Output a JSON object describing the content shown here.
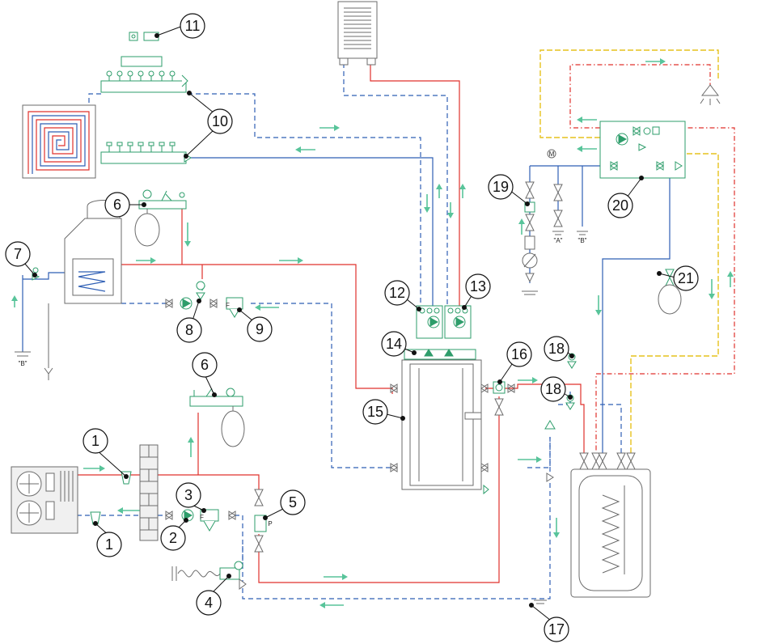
{
  "callouts": [
    "1",
    "1",
    "2",
    "3",
    "4",
    "5",
    "6",
    "6",
    "7",
    "8",
    "9",
    "10",
    "10",
    "11",
    "12",
    "13",
    "14",
    "15",
    "16",
    "17",
    "18",
    "18",
    "19",
    "20",
    "21"
  ],
  "labels": {
    "b_left": "\"B\"",
    "a_right": "\"A\"",
    "b_right": "\"B\"",
    "gauge_m": "M"
  },
  "colors": {
    "hot_line": "#e0312c",
    "cold_line": "#2f5fb5",
    "component": "#2e9d6b",
    "arrow": "#58c49a",
    "circulation": "#e6c21d"
  }
}
